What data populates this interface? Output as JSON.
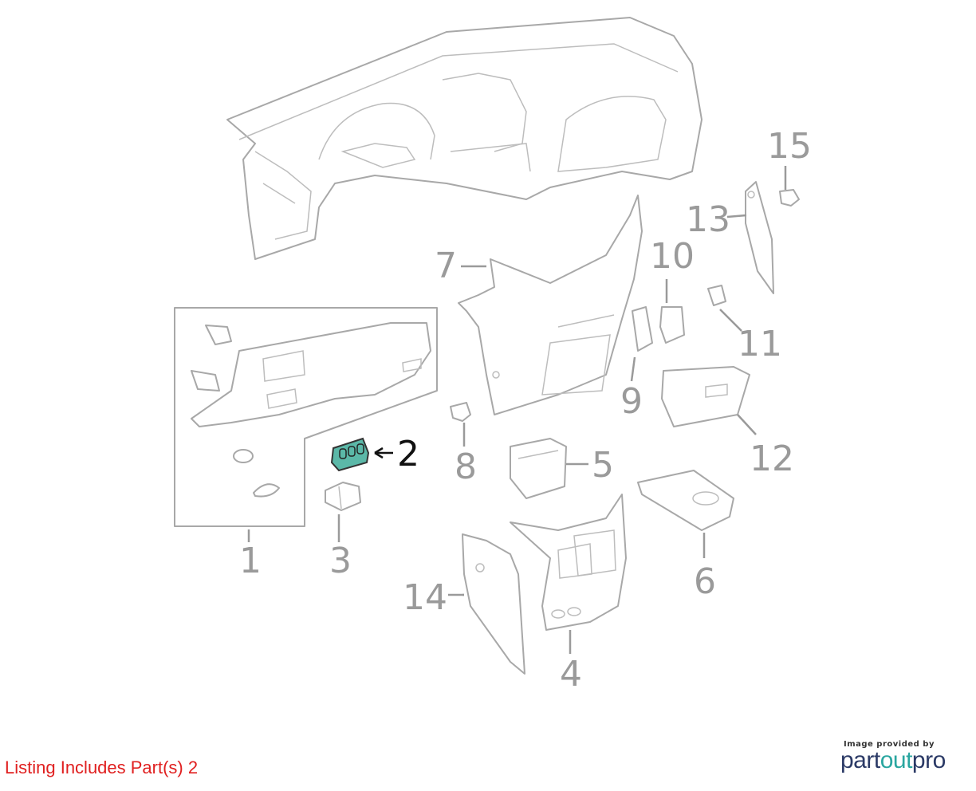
{
  "colors": {
    "highlight": "#5bb8a8",
    "line": "#a8a8a8",
    "label": "#9a9a9a",
    "footer": "#e02020"
  },
  "callouts": {
    "c1": "1",
    "c2": "2",
    "c3": "3",
    "c4": "4",
    "c5": "5",
    "c6": "6",
    "c7": "7",
    "c8": "8",
    "c9": "9",
    "c10": "10",
    "c11": "11",
    "c12": "12",
    "c13": "13",
    "c14": "14",
    "c15": "15"
  },
  "highlighted_part": "2",
  "footer": {
    "listing": "Listing Includes Part(s) 2"
  },
  "credit": {
    "provided_by": "Image provided by",
    "logo_part1": "part",
    "logo_part2": "out",
    "logo_part3": "pro"
  }
}
